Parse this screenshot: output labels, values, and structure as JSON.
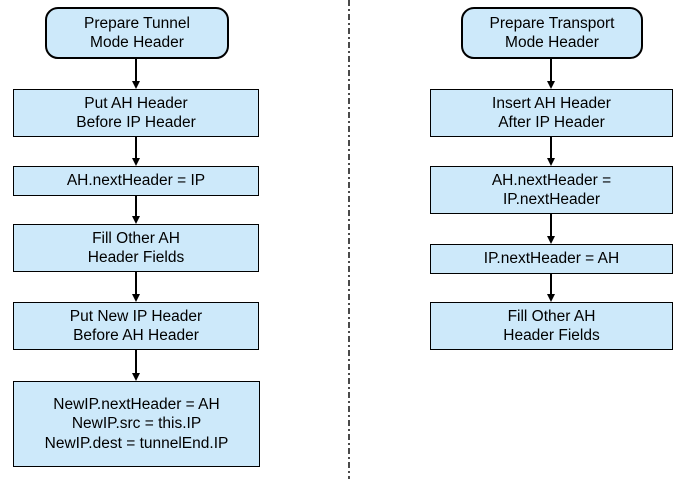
{
  "styles": {
    "node_fill": "#cde9fa",
    "node_border": "#000000",
    "divider_color": "#4a4a4a",
    "arrow_color": "#000000",
    "background": "#ffffff"
  },
  "left_flow": {
    "name": "tunnel-mode-flow",
    "nodes": [
      {
        "type": "terminator",
        "label": "Prepare Tunnel\nMode Header"
      },
      {
        "type": "process",
        "label": "Put AH Header\nBefore IP Header"
      },
      {
        "type": "process",
        "label": "AH.nextHeader = IP"
      },
      {
        "type": "process",
        "label": "Fill Other AH\nHeader Fields"
      },
      {
        "type": "process",
        "label": "Put New IP Header\nBefore AH Header"
      },
      {
        "type": "process",
        "label": "NewIP.nextHeader = AH\nNewIP.src = this.IP\nNewIP.dest = tunnelEnd.IP"
      }
    ]
  },
  "right_flow": {
    "name": "transport-mode-flow",
    "nodes": [
      {
        "type": "terminator",
        "label": "Prepare Transport\nMode Header"
      },
      {
        "type": "process",
        "label": "Insert AH Header\nAfter IP Header"
      },
      {
        "type": "process",
        "label": "AH.nextHeader =\nIP.nextHeader"
      },
      {
        "type": "process",
        "label": "IP.nextHeader = AH"
      },
      {
        "type": "process",
        "label": "Fill Other AH\nHeader Fields"
      }
    ]
  }
}
